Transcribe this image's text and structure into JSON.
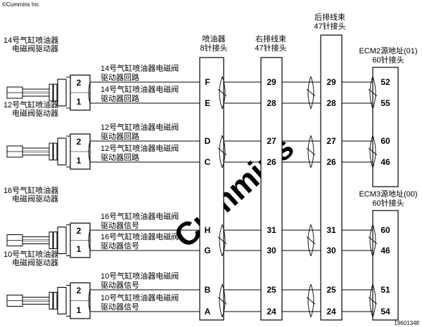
{
  "copyright": "©Cummins Inc",
  "watermark": "Cummins",
  "figure_number": "19601348",
  "connectors": {
    "injector": {
      "line1": "喷油器",
      "line2": "8针接头"
    },
    "right_harness": {
      "line1": "右排线束",
      "line2": "47针接头"
    },
    "rear_harness": {
      "line1": "后排线束",
      "line2": "47针接头"
    },
    "ecm2": {
      "line1": "ECM2源地址(01)",
      "line2": "60针接头"
    },
    "ecm3": {
      "line1": "ECM3源地址(00)",
      "line2": "60针接头"
    }
  },
  "injectors": [
    {
      "line1": "14号气缸喷油器",
      "line2": "电磁阀驱动器",
      "pin_top": "2",
      "pin_bottom": "1"
    },
    {
      "line1": "12号气缸喷油器",
      "line2": "电磁阀驱动器",
      "pin_top": "2",
      "pin_bottom": "1"
    },
    {
      "line1": "16号气缸喷油器",
      "line2": "电磁阀驱动器",
      "pin_top": "2",
      "pin_bottom": "1"
    },
    {
      "line1": "10号气缸喷油器",
      "line2": "电磁阀驱动器",
      "pin_top": "2",
      "pin_bottom": "1"
    }
  ],
  "wires": [
    {
      "label1": "14号气缸喷油器电磁阀",
      "label2": "驱动器回路",
      "injector_pin": "F",
      "right_pin": "29",
      "rear_pin": "29",
      "ecm_pin": "52"
    },
    {
      "label1": "14号气缸喷油器电磁阀",
      "label2": "驱动器回路",
      "injector_pin": "E",
      "right_pin": "28",
      "rear_pin": "28",
      "ecm_pin": "55"
    },
    {
      "label1": "12号气缸喷油器电磁阀",
      "label2": "驱动器回路",
      "injector_pin": "D",
      "right_pin": "27",
      "rear_pin": "27",
      "ecm_pin": "60"
    },
    {
      "label1": "12号气缸喷油器电磁阀",
      "label2": "驱动器回路",
      "injector_pin": "C",
      "right_pin": "26",
      "rear_pin": "26",
      "ecm_pin": "46"
    },
    {
      "label1": "16号气缸喷油器电磁阀",
      "label2": "驱动器信号",
      "injector_pin": "H",
      "right_pin": "31",
      "rear_pin": "31",
      "ecm_pin": "60"
    },
    {
      "label1": "16号气缸喷油器电磁阀",
      "label2": "驱动器信号",
      "injector_pin": "G",
      "right_pin": "30",
      "rear_pin": "30",
      "ecm_pin": "46"
    },
    {
      "label1": "10号气缸喷油器电磁阀",
      "label2": "驱动器信号",
      "injector_pin": "B",
      "right_pin": "25",
      "rear_pin": "25",
      "ecm_pin": "51"
    },
    {
      "label1": "10号气缸喷油器电磁阀",
      "label2": "驱动器信号",
      "injector_pin": "A",
      "right_pin": "24",
      "rear_pin": "24",
      "ecm_pin": "54"
    }
  ]
}
